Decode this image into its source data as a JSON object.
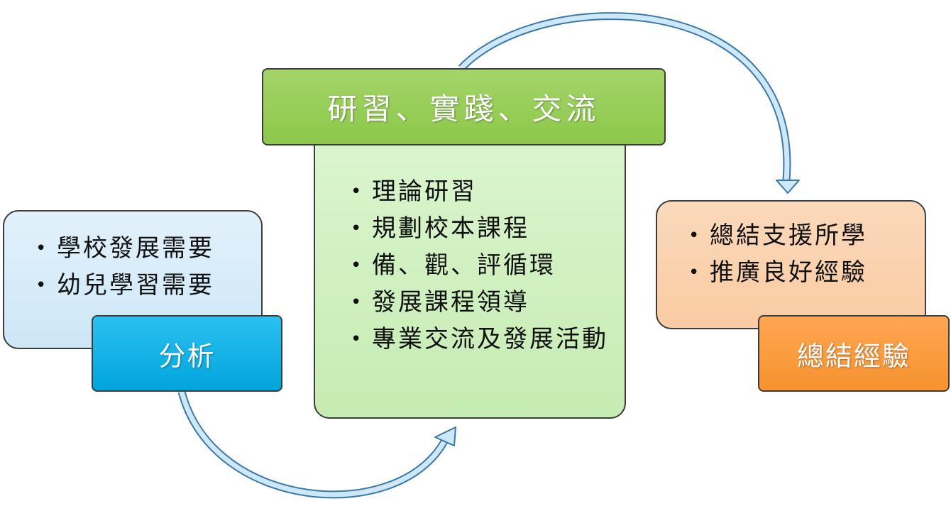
{
  "arrow_color": "#cde8f8",
  "arrow_stroke": "#3b78a8",
  "analysis": {
    "label": "分析",
    "color": "#00a5dc",
    "items": [
      "學校發展需要",
      "幼兒學習需要"
    ]
  },
  "practice": {
    "label": "研習、實踐、交流",
    "color": "#8cc84b",
    "items": [
      "理論研習",
      "規劃校本課程",
      "備、觀、評循環",
      "發展課程領導",
      "專業交流及發展活動"
    ]
  },
  "summary": {
    "label": "總結經驗",
    "color": "#f7922e",
    "items": [
      "總結支援所學",
      "推廣良好經驗"
    ]
  }
}
